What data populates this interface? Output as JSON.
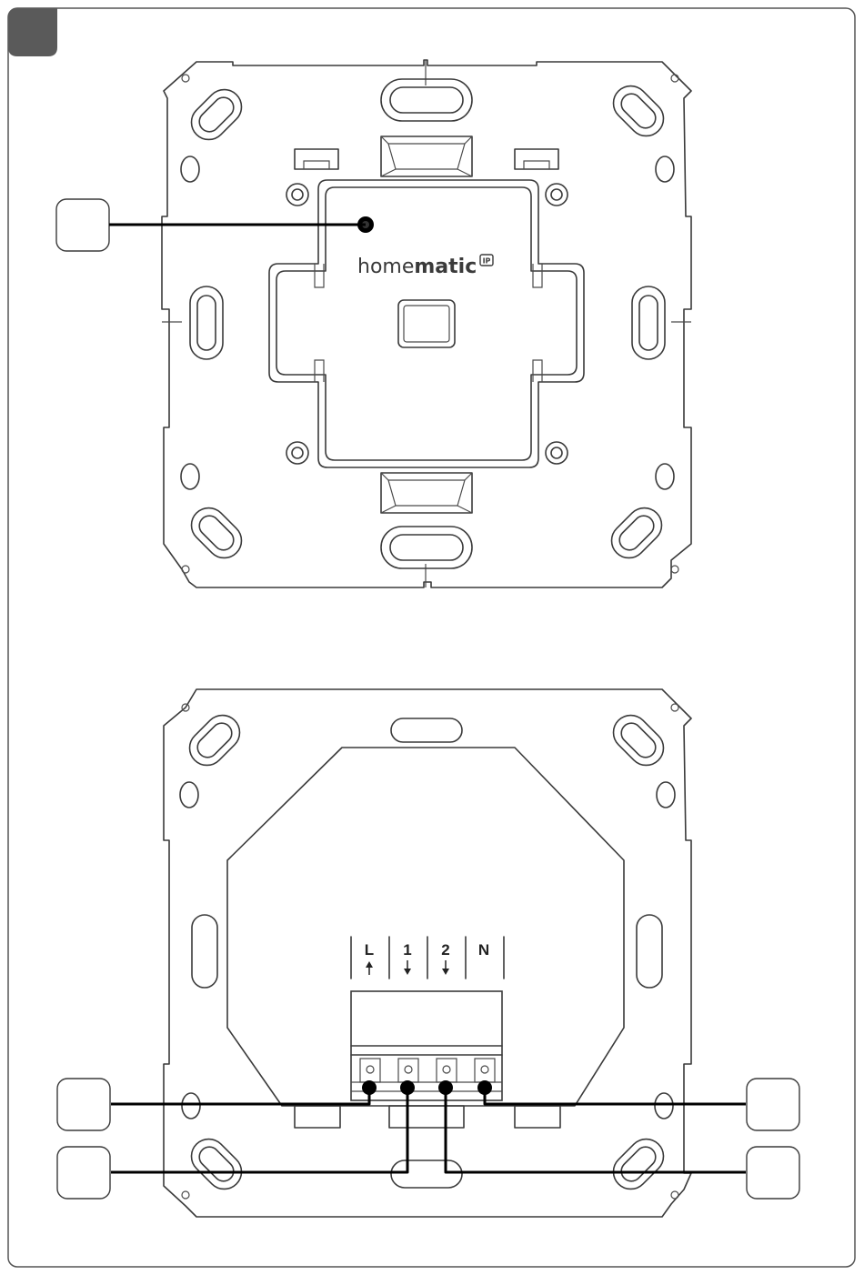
{
  "brand": {
    "light": "home",
    "bold": "matic",
    "badge": "IP"
  },
  "terminals": [
    {
      "label": "L",
      "arrow": "up"
    },
    {
      "label": "1",
      "arrow": "down"
    },
    {
      "label": "2",
      "arrow": "down"
    },
    {
      "label": "N",
      "arrow": "none"
    }
  ],
  "colors": {
    "line": "#3a3a3a",
    "wire": "#000000",
    "step_badge": "#5a5a5a"
  }
}
